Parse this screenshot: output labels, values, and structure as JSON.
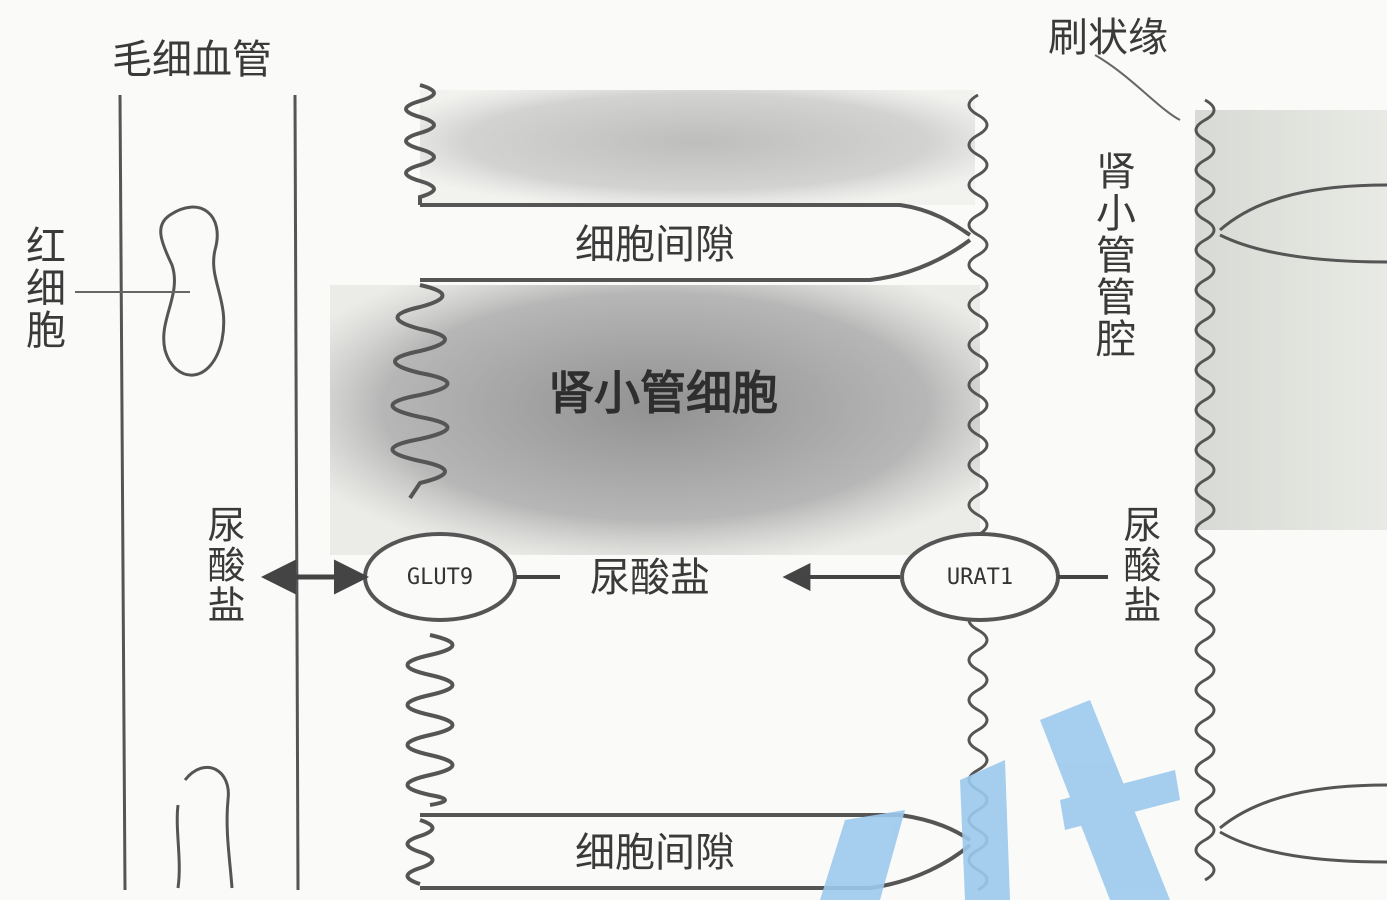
{
  "labels": {
    "capillary": "毛细血管",
    "brush_border": "刷状缘",
    "red_blood_cell": "红细胞",
    "intercellular_space_top": "细胞间隙",
    "intercellular_space_bottom": "细胞间隙",
    "tubule_cell": "肾小管细胞",
    "tubule_lumen": "肾小管管腔",
    "urate_left": "尿酸盐",
    "urate_middle": "尿酸盐",
    "urate_right": "尿酸盐",
    "glut9": "GLUT9",
    "urat1": "URAT1"
  },
  "colors": {
    "line": "#555555",
    "cell_shade": "#9a9a9a",
    "watermark": "#9cc9ec"
  }
}
